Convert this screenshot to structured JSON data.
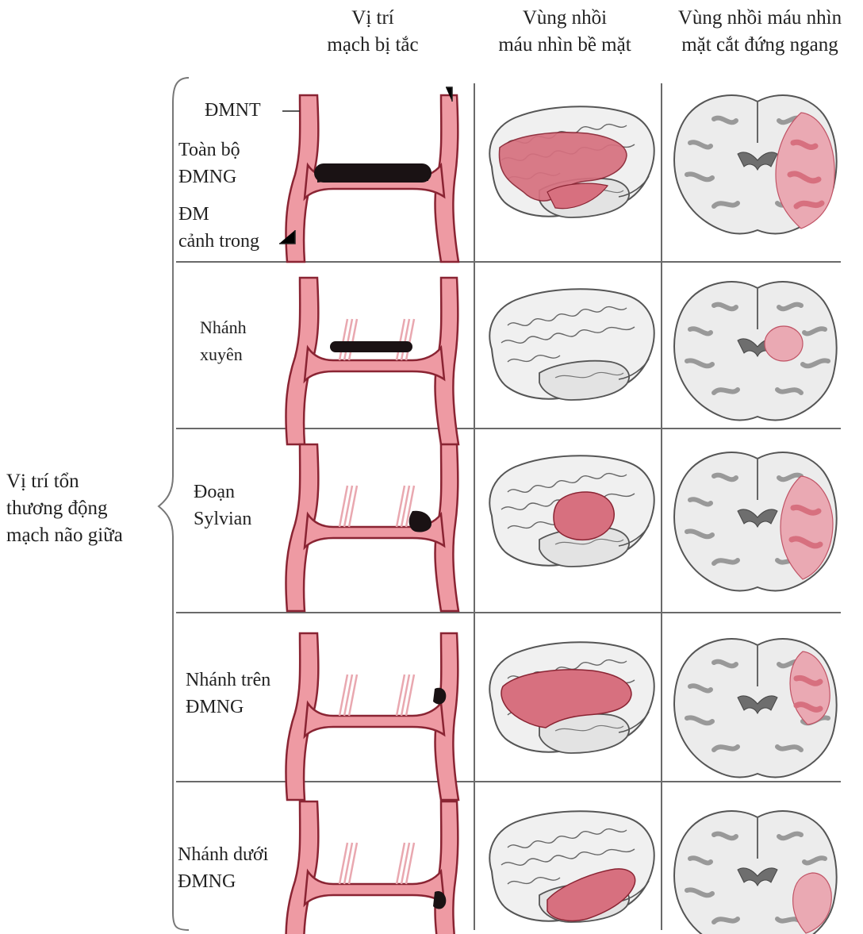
{
  "headers": {
    "col1": [
      "Vị trí",
      "mạch bị tắc"
    ],
    "col2": [
      "Vùng nhồi",
      "máu nhìn bề mặt"
    ],
    "col3": [
      "Vùng nhồi máu nhìn",
      "mặt cắt đứng ngang"
    ]
  },
  "side_label": [
    "Vị trí tổn",
    "thương động",
    "mạch não giữa"
  ],
  "annotations": {
    "dmnt": "ĐMNT",
    "ica": [
      "ĐM",
      "cảnh trong"
    ]
  },
  "rows": [
    {
      "label": [
        "Toàn bộ",
        "ĐMNG"
      ],
      "occlusion": "entire"
    },
    {
      "label": [
        "Nhánh",
        "xuyên"
      ],
      "occlusion": "perforators"
    },
    {
      "label": [
        "Đoạn",
        "Sylvian"
      ],
      "occlusion": "sylvian"
    },
    {
      "label": [
        "Nhánh trên",
        "ĐMNG"
      ],
      "occlusion": "superior"
    },
    {
      "label": [
        "Nhánh dưới",
        "ĐMNG"
      ],
      "occlusion": "inferior"
    }
  ],
  "colors": {
    "vessel": "#ee9aa3",
    "vessel_edge": "#8a2433",
    "clot": "#1a1214",
    "infarct": "#d7707f",
    "infarct_light": "#eaa9b3",
    "brain": "#f0f0f0",
    "brain_line": "#555555",
    "grid": "#6a6a6a"
  }
}
